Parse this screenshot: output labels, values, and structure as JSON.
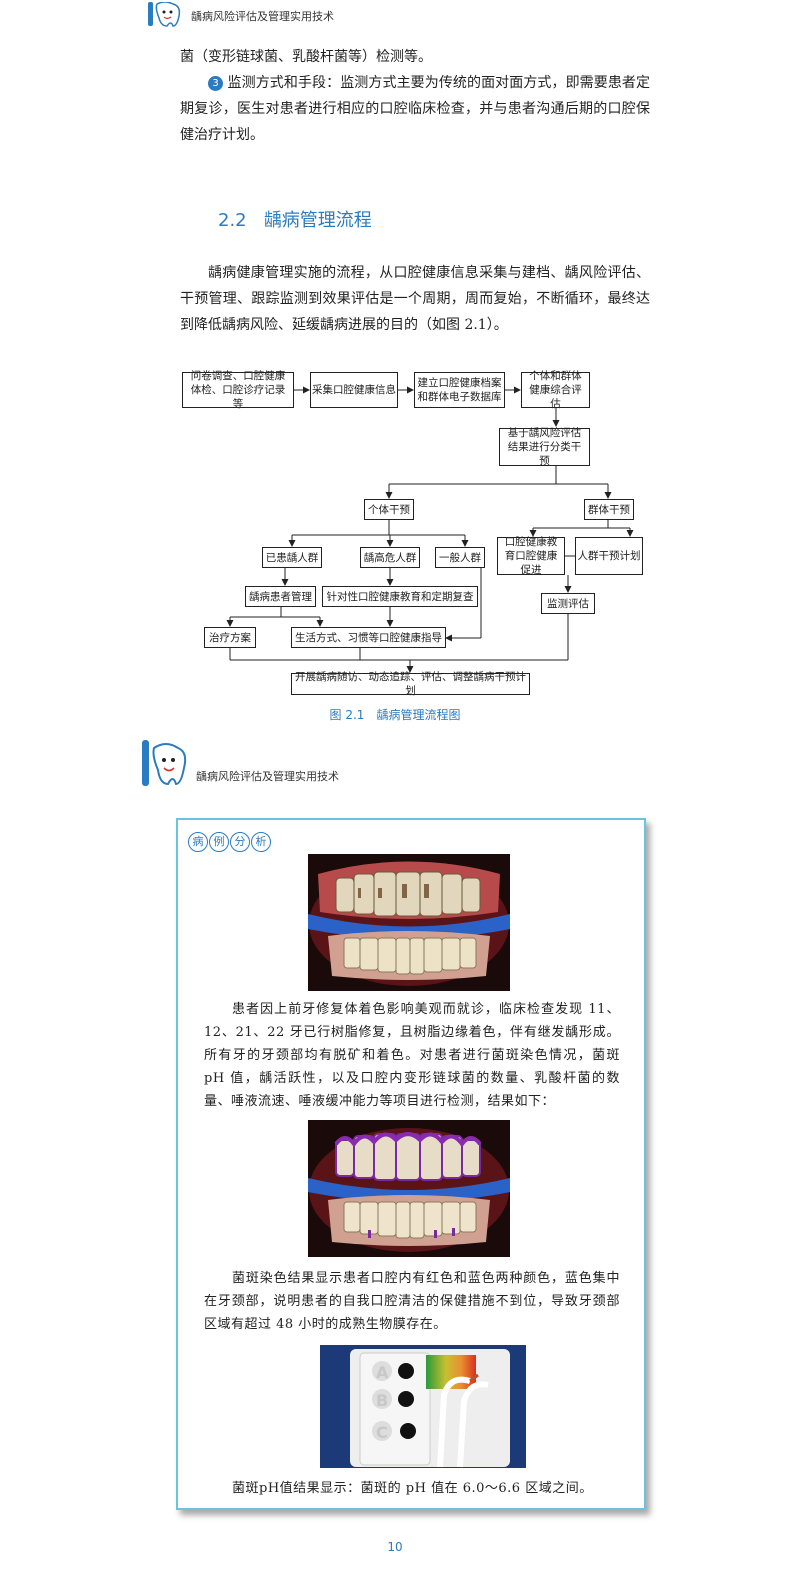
{
  "header": {
    "title": "龋病风险评估及管理实用技术"
  },
  "section1": {
    "line_prefix": "菌（变形链球菌、乳酸杆菌等）检测等。",
    "item3_num": "3",
    "item3_text": "监测方式和手段：监测方式主要为传统的面对面方式，即需要患者定期复诊，医生对患者进行相应的口腔临床检查，并与患者沟通后期的口腔保健治疗计划。"
  },
  "section2": {
    "number": "2.2",
    "title": "龋病管理流程",
    "para": "龋病健康管理实施的流程，从口腔健康信息采集与建档、龋风险评估、干预管理、跟踪监测到效果评估是一个周期，周而复始，不断循环，最终达到降低龋病风险、延缓龋病进展的目的（如图 2.1）。"
  },
  "flowchart": {
    "caption": "图 2.1　龋病管理流程图",
    "nodes": {
      "survey": "问卷调查、口腔健康体检、口腔诊疗记录等",
      "collect": "采集口腔健康信息",
      "archive": "建立口腔健康档案和群体电子数据库",
      "assess": "个体和群体健康综合评估",
      "classify": "基于龋风险评估结果进行分类干预",
      "individual": "个体干预",
      "group": "群体干预",
      "caries": "已患龋人群",
      "highrisk": "龋高危人群",
      "general": "一般人群",
      "edu": "口腔健康教育口腔健康促进",
      "plan": "人群干预计划",
      "patient_mgmt": "龋病患者管理",
      "targeted": "针对性口腔健康教育和定期复查",
      "monitor": "监测评估",
      "treat": "治疗方案",
      "lifestyle": "生活方式、习惯等口腔健康指导",
      "followup": "开展龋病随访、动态追踪、评估、调整龋病干预计划"
    }
  },
  "case": {
    "tag": [
      "病",
      "例",
      "分",
      "析"
    ],
    "para1": "患者因上前牙修复体着色影响美观而就诊，临床检查发现 11、12、21、22 牙已行树脂修复，且树脂边缘着色，伴有继发龋形成。所有牙的牙颈部均有脱矿和着色。对患者进行菌斑染色情况，菌斑 pH 值，龋活跃性，以及口腔内变形链球菌的数量、乳酸杆菌的数量、唾液流速、唾液缓冲能力等项目进行检测，结果如下：",
    "para2": "菌斑染色结果显示患者口腔内有红色和蓝色两种颜色，蓝色集中在牙颈部，说明患者的自我口腔清洁的保健措施不到位，导致牙颈部区域有超过 48 小时的成熟生物膜存在。",
    "para3": "菌斑pH值结果显示：菌斑的 pH 值在 6.0～6.6 区域之间。",
    "labels": {
      "a": "A",
      "b": "B",
      "c": "C"
    }
  },
  "page_number": "10"
}
